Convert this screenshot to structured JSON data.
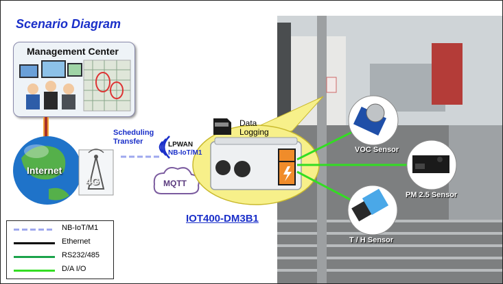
{
  "title": "Scenario Diagram",
  "management_center": "Management Center",
  "internet": "Internet",
  "gen_badge": "4G",
  "scheduling": [
    "Scheduling",
    "Transfer"
  ],
  "lpwan": [
    "LPWAN",
    "NB-IoT/M1"
  ],
  "mqtt": "MQTT",
  "data_logging": [
    "Data",
    "Logging"
  ],
  "model": "IOT400-DM3B1",
  "sensors": {
    "voc": "VOC Sensor",
    "pm25": "PM 2.5 Sensor",
    "th": "T / H Sensor"
  },
  "legend": [
    {
      "label": "NB-IoT/M1",
      "color": "#9ea7ee",
      "style": "dashed"
    },
    {
      "label": "Ethernet",
      "color": "#000000",
      "style": "solid"
    },
    {
      "label": "RS232/485",
      "color": "#1aa34a",
      "style": "solid"
    },
    {
      "label": "D/A  I/O",
      "color": "#33dd22",
      "style": "solid"
    }
  ],
  "colors": {
    "title": "#1a2fc9",
    "callout": "#f7f08a",
    "green": "#33dd22",
    "nbiot": "#9ea7ee"
  }
}
